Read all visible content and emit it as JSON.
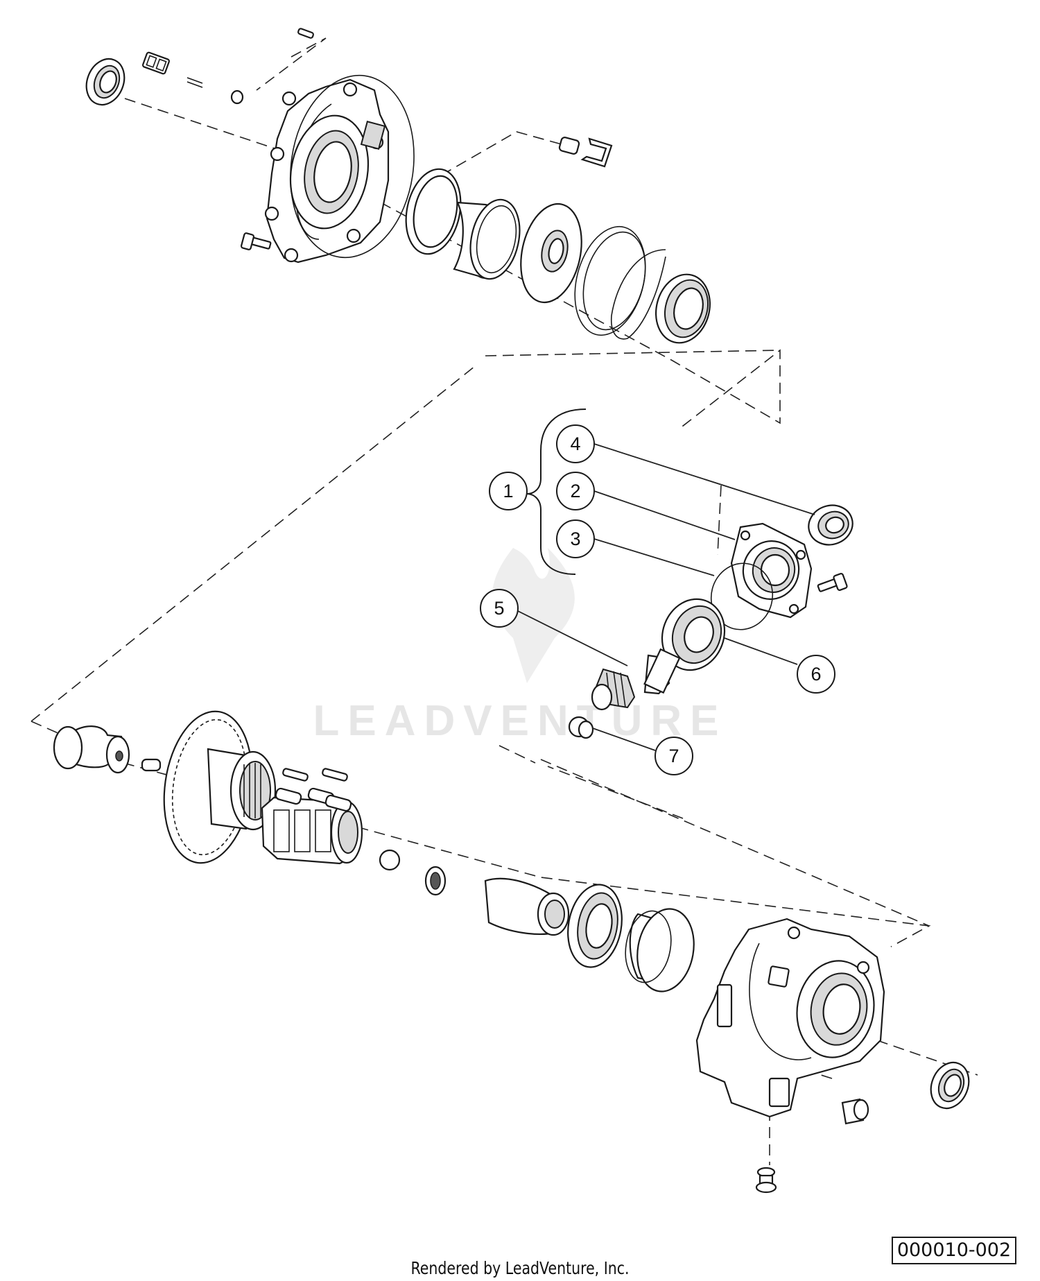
{
  "diagram": {
    "callouts": [
      "1",
      "2",
      "3",
      "4",
      "5",
      "6",
      "7"
    ],
    "reference_code": "000010-002",
    "footer_text": "Rendered by LeadVenture, Inc.",
    "watermark_text": "LEADVENTURE"
  }
}
